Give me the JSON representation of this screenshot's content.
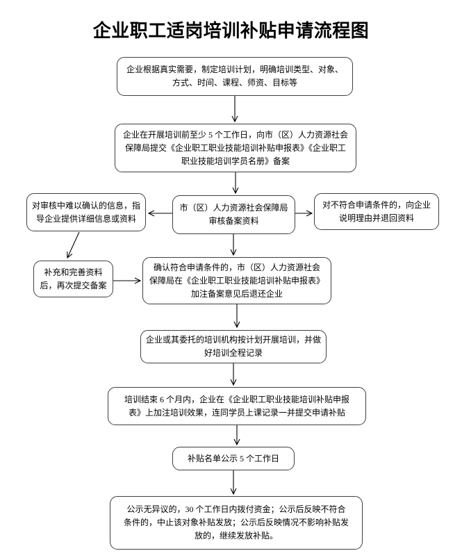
{
  "title": "企业职工适岗培训补贴申请流程图",
  "colors": {
    "border": "#3f3f3f",
    "arrow": "#000000",
    "text": "#000000",
    "background": "#ffffff"
  },
  "nodes": {
    "plan": {
      "text": "企业根据真实需要，制定培训计划，明确培训类型、对象、\n方式、时间、课程、师资、目标等"
    },
    "submit": {
      "text": "企业在开展培训前至少 5 个工作日，向市（区）人力资源社会\n保障局提交《企业职工职业技能培训补贴申报表》《企业职工\n职业技能培训学员名册》备案"
    },
    "guide": {
      "text": "对审核中难以确认的信息，指\n导企业提供详细信息或资料"
    },
    "review": {
      "text": "市（区）人力资源社会保障局\n审核备案资料"
    },
    "reject": {
      "text": "对不符合申请条件的，向企业\n说明理由并退回资料"
    },
    "resubmit": {
      "text": "补充和完善资料\n后，再次提交备案"
    },
    "confirm": {
      "text": "确认符合申请条件的，市（区）人力资源社会\n保障局在《企业职工职业技能培训补贴申报表》\n加注备案意见后退还企业"
    },
    "training": {
      "text": "企业或其委托的培训机构按计划开展培训，并做\n好培训全程记录"
    },
    "apply": {
      "text": "培训结束 6 个月内，企业在《企业职工职业技能培训补贴申报\n表》上加注培训效果，连同学员上课记录一并提交申请补贴"
    },
    "publicity": {
      "text": "补贴名单公示 5 个工作日"
    },
    "payment": {
      "text": "公示无异议的，30 个工作日内拨付资金；公示后反映不符合\n条件的，中止该对象补贴发放；公示后反映情况不影响补贴发\n放的，继续发放补贴。"
    }
  }
}
